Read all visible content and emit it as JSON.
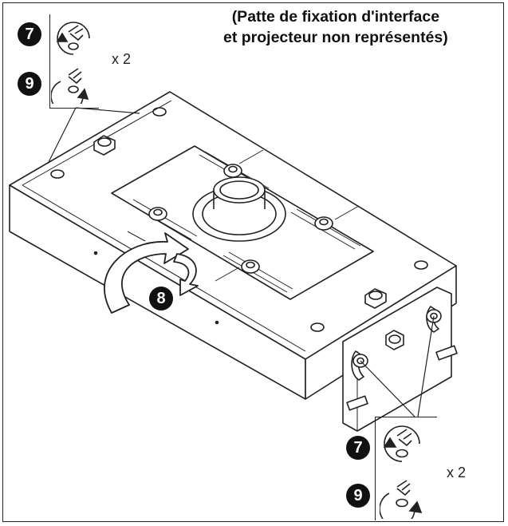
{
  "note": {
    "line1": "(Patte de fixation d'interface",
    "line2": "et projecteur non représentés)"
  },
  "callouts": {
    "top": {
      "step_tighten": "7",
      "step_loosen": "9",
      "quantity": "x 2"
    },
    "rotate": {
      "step": "8"
    },
    "bottom": {
      "step_tighten": "7",
      "step_loosen": "9",
      "quantity": "x 2"
    }
  },
  "colors": {
    "line": "#222222",
    "badge": "#111111",
    "badge_text": "#ffffff",
    "background": "#ffffff"
  }
}
